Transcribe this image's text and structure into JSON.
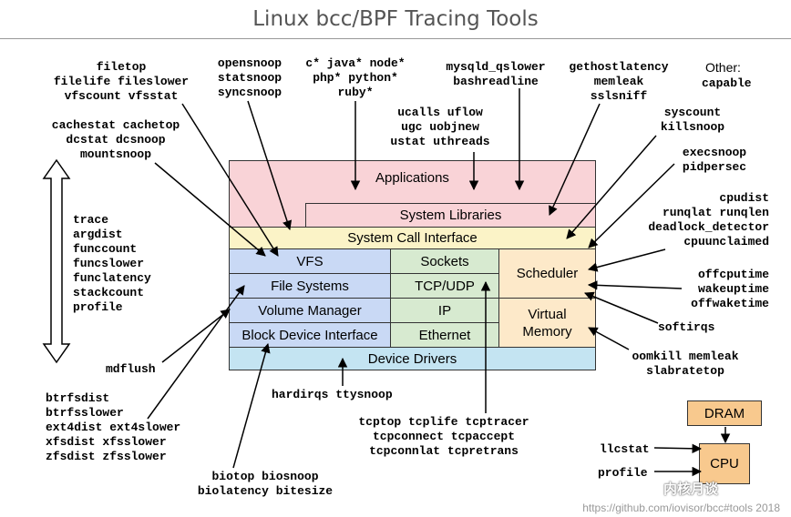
{
  "title": "Linux bcc/BPF Tracing Tools",
  "layers": {
    "applications": "Applications",
    "system_libraries": "System Libraries",
    "syscall_interface": "System Call Interface",
    "vfs": "VFS",
    "file_systems": "File Systems",
    "volume_manager": "Volume Manager",
    "block_device_interface": "Block Device Interface",
    "sockets": "Sockets",
    "tcp_udp": "TCP/UDP",
    "ip": "IP",
    "ethernet": "Ethernet",
    "scheduler": "Scheduler",
    "virtual_memory": "Virtual\nMemory",
    "device_drivers": "Device Drivers",
    "dram": "DRAM",
    "cpu": "CPU"
  },
  "tool_groups": {
    "filetop": "filetop\nfilelife fileslower\nvfscount vfsstat",
    "opensnoop": "opensnoop\nstatsnoop\nsyncsnoop",
    "languages": "c* java* node*\nphp* python*\nruby*",
    "mysqld": "mysqld_qslower\nbashreadline",
    "gethostlatency": "gethostlatency\nmemleak\nsslsniff",
    "other_label": "Other:",
    "other_tools": "capable",
    "cachestat": "cachestat cachetop\ndcstat dcsnoop\nmountsnoop",
    "ucalls": "ucalls uflow\nugc uobjnew\nustat uthreads",
    "syscount": "syscount\nkillsnoop",
    "execsnoop": "execsnoop\npidpersec",
    "trace": "trace\nargdist\nfunccount\nfuncslower\nfunclatency\nstackcount\nprofile",
    "cpudist": "cpudist\nrunqlat runqlen\ndeadlock_detector\ncpuunclaimed",
    "offcputime": "offcputime\nwakeuptime\noffwaketime",
    "softirqs": "softirqs",
    "oomkill": "oomkill memleak\nslabratetop",
    "mdflush": "mdflush",
    "btrfsdist": "btrfsdist\nbtrfsslower\next4dist ext4slower\nxfsdist xfsslower\nzfsdist zfsslower",
    "hardirqs": "hardirqs ttysnoop",
    "tcptop": "tcptop tcplife tcptracer\ntcpconnect tcpaccept\ntcpconnlat tcpretrans",
    "biotop": "biotop biosnoop\nbiolatency bitesize",
    "llcstat": "llcstat",
    "profile_cpu": "profile"
  },
  "footer": "https://github.com/iovisor/bcc#tools 2018",
  "watermark": "内核月谈",
  "colors": {
    "applications": "#f9d3d7",
    "syscall": "#fbf3c7",
    "storage": "#c9d9f5",
    "network": "#d7ead0",
    "scheduler": "#fde9c9",
    "drivers": "#c4e4f2",
    "dram_cpu": "#f8c98e"
  }
}
